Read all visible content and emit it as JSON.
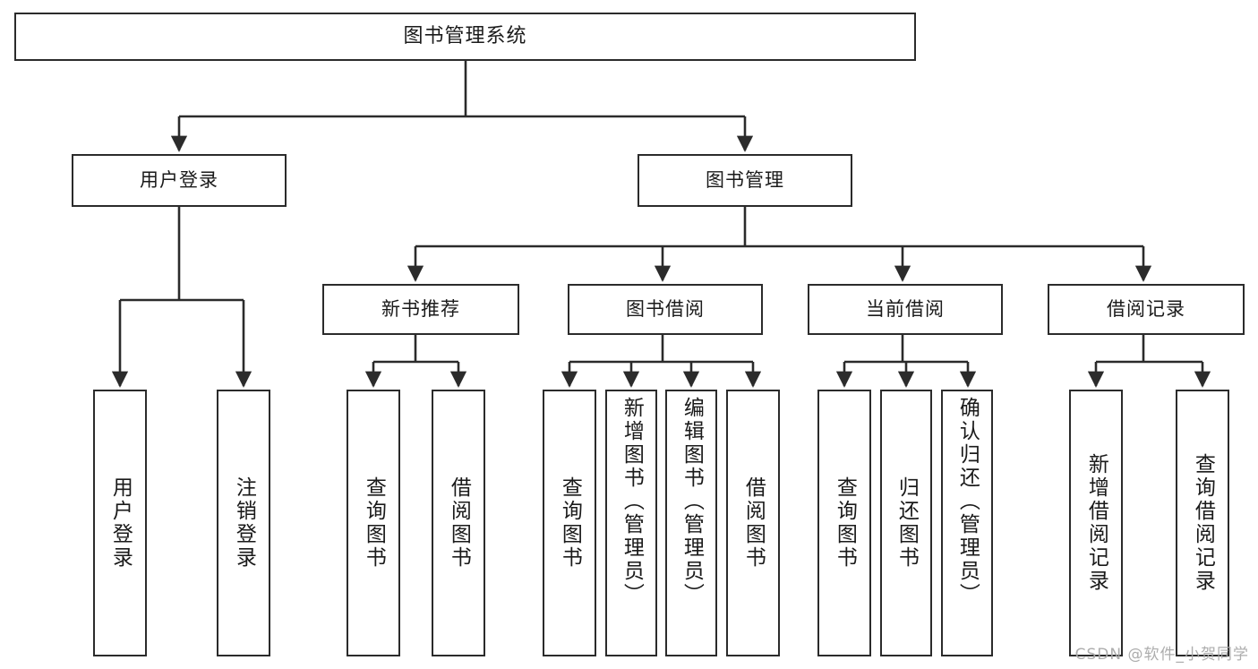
{
  "diagram": {
    "type": "tree",
    "title": "图书管理系统",
    "watermark": "CSDN @软件_小贺同学",
    "colors": {
      "box_border": "#2b2b2b",
      "box_fill": "#ffffff",
      "line": "#2b2b2b",
      "text": "#1a1a1a",
      "watermark": "#a9a9a9",
      "background": "#ffffff"
    },
    "nodes": {
      "root": {
        "label": "图书管理系统"
      },
      "level2": [
        {
          "label": "用户登录"
        },
        {
          "label": "图书管理"
        }
      ],
      "level3": [
        {
          "label": "新书推荐"
        },
        {
          "label": "图书借阅"
        },
        {
          "label": "当前借阅"
        },
        {
          "label": "借阅记录"
        }
      ],
      "leaves": {
        "user_login": [
          {
            "label": "用户登录"
          },
          {
            "label": "注销登录"
          }
        ],
        "new_book": [
          {
            "label": "查询图书"
          },
          {
            "label": "借阅图书"
          }
        ],
        "book_borrow": [
          {
            "label": "查询图书"
          },
          {
            "label": "新增图书（管理员）"
          },
          {
            "label": "编辑图书（管理员）"
          },
          {
            "label": "借阅图书"
          }
        ],
        "current_borrow": [
          {
            "label": "查询图书"
          },
          {
            "label": "归还图书"
          },
          {
            "label": "确认归还（管理员）"
          }
        ],
        "borrow_record": [
          {
            "label": "新增借阅记录"
          },
          {
            "label": "查询借阅记录"
          }
        ]
      }
    }
  }
}
